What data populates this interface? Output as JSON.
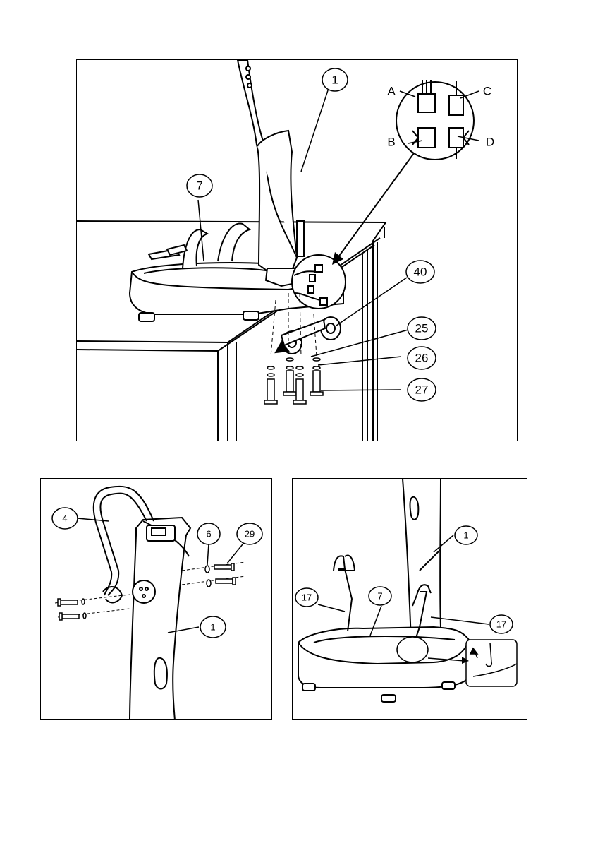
{
  "top_panel": {
    "callouts": [
      "1",
      "7",
      "40",
      "25",
      "26",
      "27"
    ],
    "connector_letters": [
      "A",
      "B",
      "C",
      "D"
    ]
  },
  "bottom_left_panel": {
    "callouts": [
      "4",
      "6",
      "29",
      "1"
    ]
  },
  "bottom_right_panel": {
    "callouts": [
      "1",
      "17",
      "7",
      "17"
    ]
  }
}
